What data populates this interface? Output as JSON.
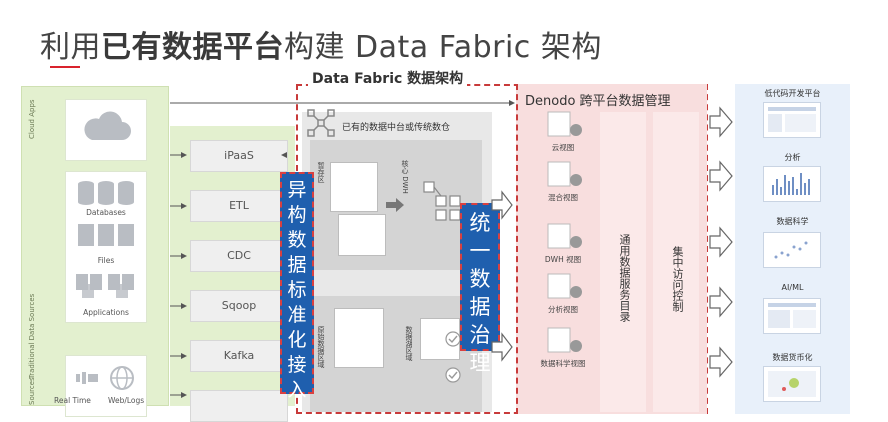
{
  "title": {
    "normal1": "利用",
    "bold": "已有数据平台",
    "normal2": "构建 Data Fabric 架构"
  },
  "fabric_title": "Data Fabric 数据架构",
  "left_panel": {
    "side_labels": [
      "Cloud Apps",
      "Traditional Data Sources",
      "Sources"
    ],
    "sources": [
      "Cloud",
      "Databases",
      "Files",
      "Applications"
    ],
    "bottom_items": [
      "Real Time",
      "Web/Logs"
    ]
  },
  "methods": [
    "iPaaS",
    "ETL",
    "CDC",
    "Sqoop",
    "Kafka"
  ],
  "center": {
    "label": "已有的数据中台或传统数仓",
    "top_left_vlabel": "暂存区",
    "dwh_vlabel": "核心 DWH",
    "bottom_vlabel_1": "原始数据区域",
    "bottom_vlabel_2": "数据湖区域"
  },
  "blue_bars": {
    "integration": "异构数据标准化接入",
    "governance": "统一数据治理"
  },
  "denodo": {
    "title": "Denodo 跨平台数据管理",
    "views": [
      "云视图",
      "混合视图",
      "DWH 视图",
      "分析视图",
      "数据科学视图"
    ],
    "catalog": "通用数据服务目录",
    "access": "集中访问控制"
  },
  "right_panel": {
    "apps": [
      "低代码开发平台",
      "分析",
      "数据科学",
      "AI/ML",
      "数据货币化"
    ]
  }
}
